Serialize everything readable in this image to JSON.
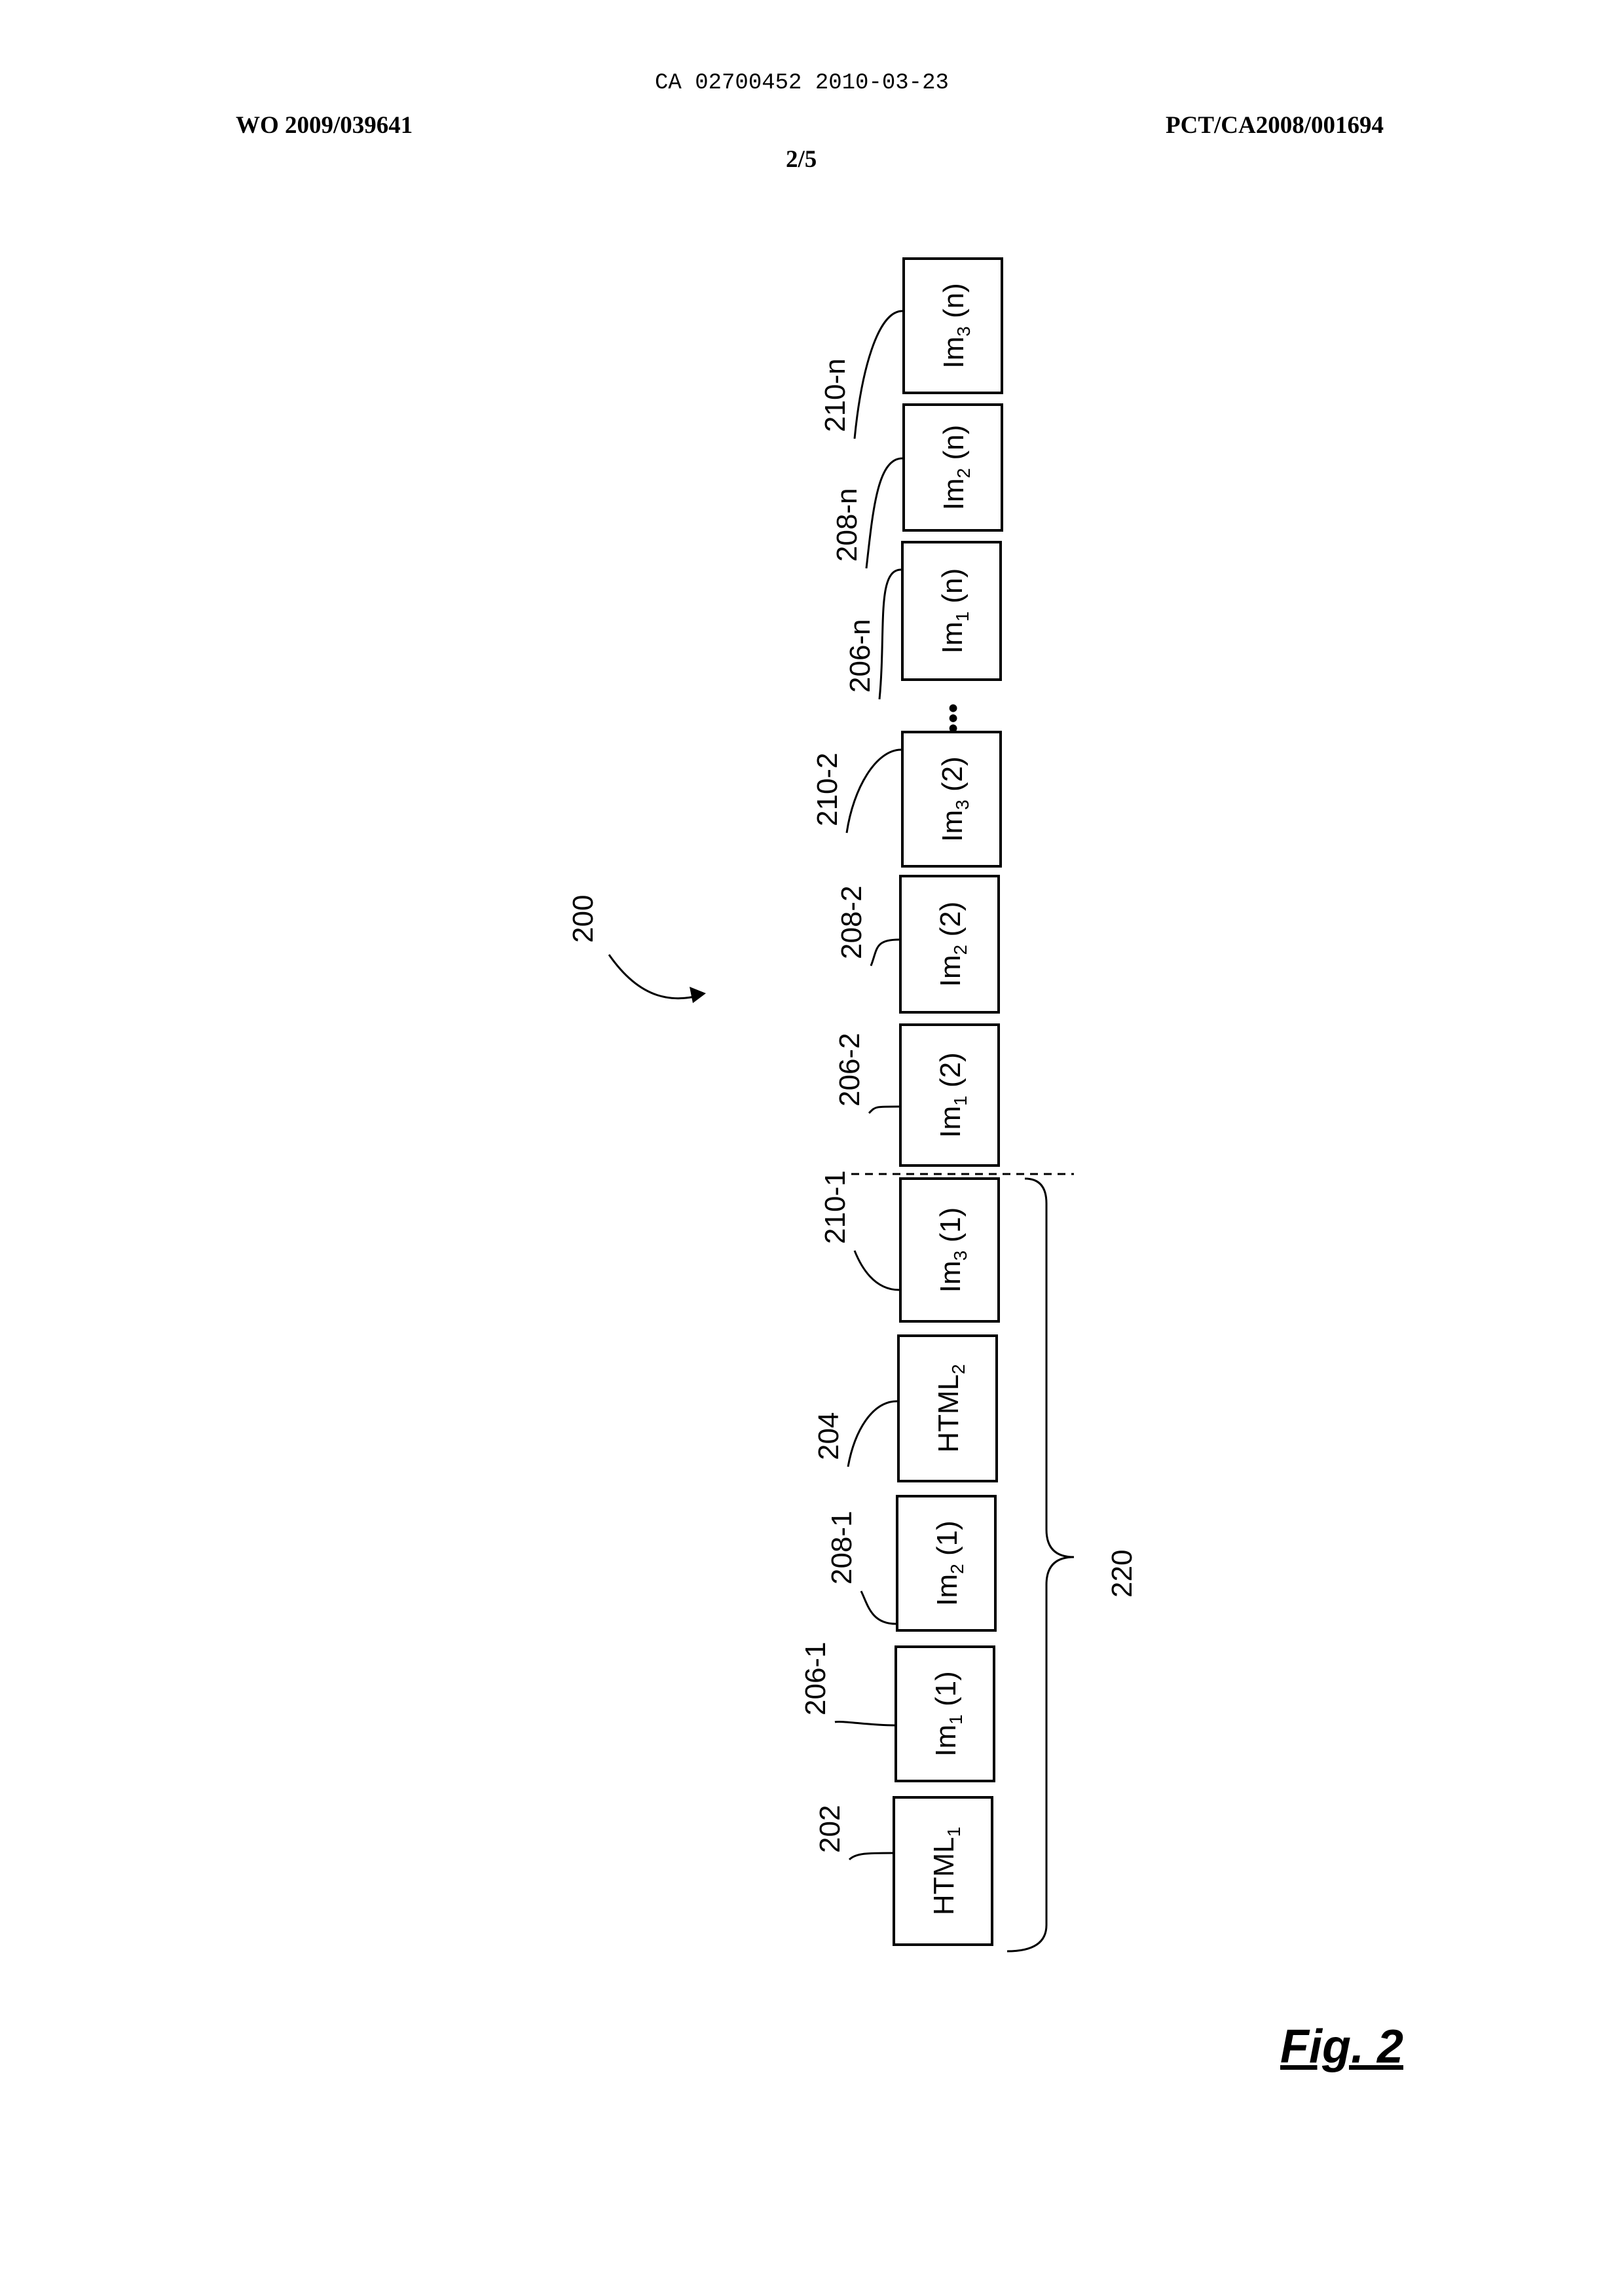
{
  "header": {
    "center_id": "CA 02700452 2010-03-23",
    "left_pub": "WO 2009/039641",
    "right_app": "PCT/CA2008/001694",
    "sheet": "2/5"
  },
  "figure": {
    "caption": "Fig. 2",
    "ref_main": "200",
    "ref_group": "220",
    "ellipsis": "•••",
    "boxes": [
      {
        "main": "HTML",
        "sub": "1",
        "suffix": "",
        "ref": "202"
      },
      {
        "main": "Im",
        "sub": "1",
        "suffix": "(1)",
        "ref": "206-1"
      },
      {
        "main": "Im",
        "sub": "2",
        "suffix": "(1)",
        "ref": "208-1"
      },
      {
        "main": "HTML",
        "sub": "2",
        "suffix": "",
        "ref": "204"
      },
      {
        "main": "Im",
        "sub": "3",
        "suffix": "(1)",
        "ref": "210-1"
      },
      {
        "main": "Im",
        "sub": "1",
        "suffix": "(2)",
        "ref": "206-2"
      },
      {
        "main": "Im",
        "sub": "2",
        "suffix": "(2)",
        "ref": "208-2"
      },
      {
        "main": "Im",
        "sub": "3",
        "suffix": "(2)",
        "ref": "210-2"
      },
      {
        "main": "Im",
        "sub": "1",
        "suffix": "(n)",
        "ref": "206-n"
      },
      {
        "main": "Im",
        "sub": "2",
        "suffix": "(n)",
        "ref": "208-n"
      },
      {
        "main": "Im",
        "sub": "3",
        "suffix": "(n)",
        "ref": "210-n"
      }
    ]
  }
}
